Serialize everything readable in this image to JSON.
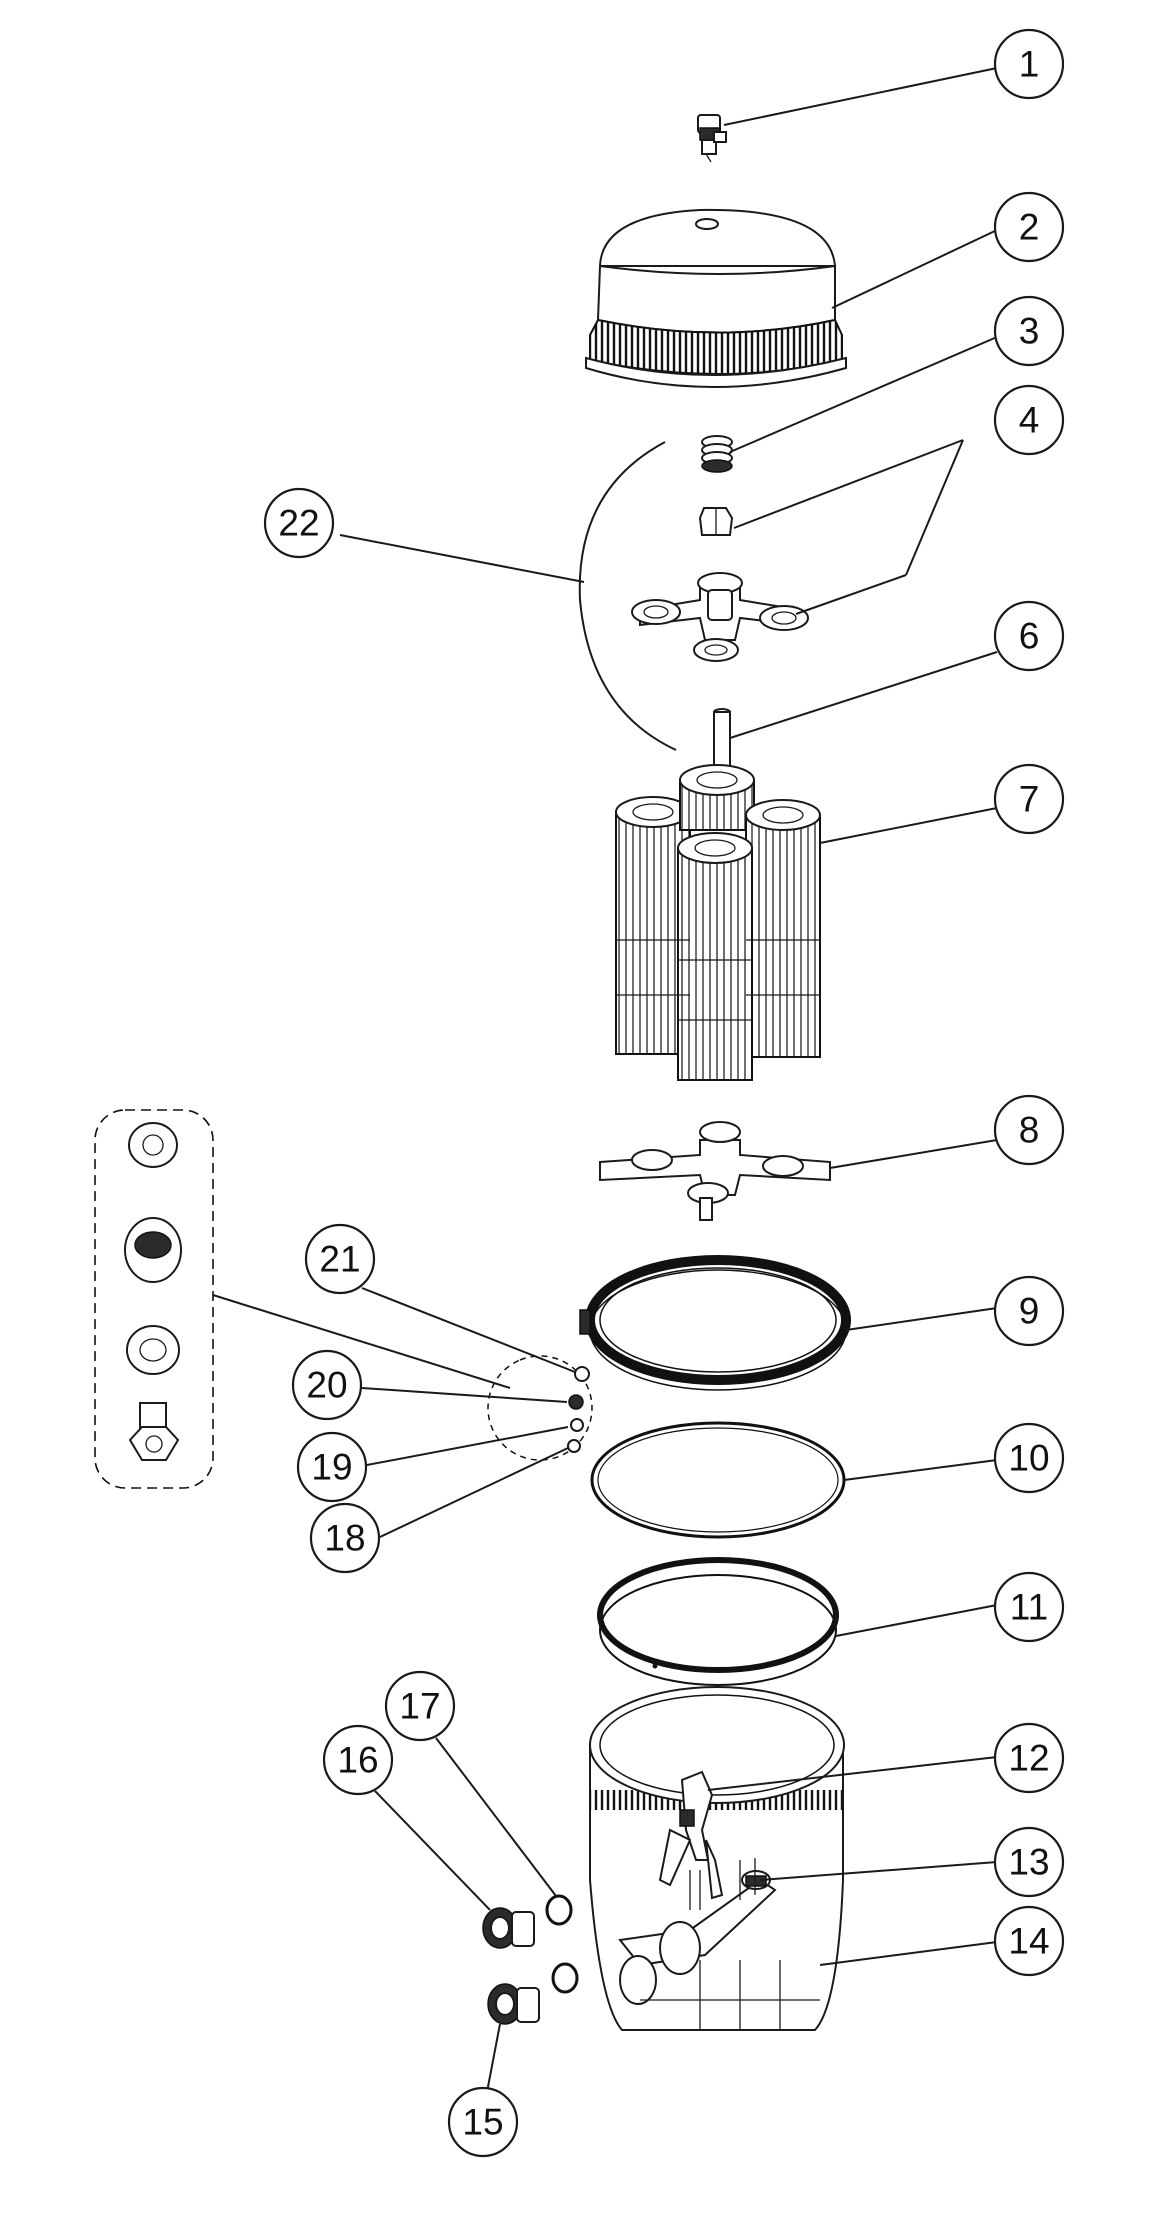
{
  "callouts": [
    {
      "id": "c1",
      "label": "1"
    },
    {
      "id": "c2",
      "label": "2"
    },
    {
      "id": "c3",
      "label": "3"
    },
    {
      "id": "c4",
      "label": "4"
    },
    {
      "id": "c6",
      "label": "6"
    },
    {
      "id": "c7",
      "label": "7"
    },
    {
      "id": "c8",
      "label": "8"
    },
    {
      "id": "c9",
      "label": "9"
    },
    {
      "id": "c10",
      "label": "10"
    },
    {
      "id": "c11",
      "label": "11"
    },
    {
      "id": "c12",
      "label": "12"
    },
    {
      "id": "c13",
      "label": "13"
    },
    {
      "id": "c14",
      "label": "14"
    },
    {
      "id": "c15",
      "label": "15"
    },
    {
      "id": "c16",
      "label": "16"
    },
    {
      "id": "c17",
      "label": "17"
    },
    {
      "id": "c18",
      "label": "18"
    },
    {
      "id": "c19",
      "label": "19"
    },
    {
      "id": "c20",
      "label": "20"
    },
    {
      "id": "c21",
      "label": "21"
    },
    {
      "id": "c22",
      "label": "22"
    }
  ]
}
